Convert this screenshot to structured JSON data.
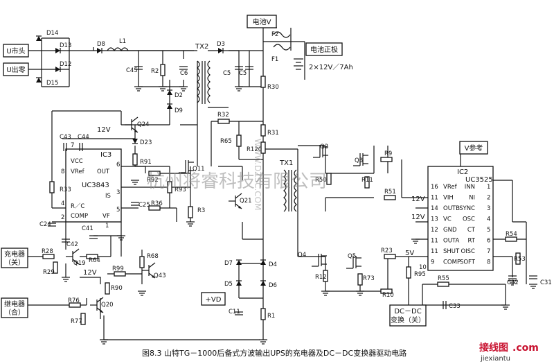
{
  "boxes": {
    "u_mains": "U市头",
    "u_output": "U出零",
    "battery_v": "电池V",
    "battery_pos": "电池正极",
    "v_ref_top": "V参考",
    "charger": "充电器\n（关）",
    "relay": "继电器\n（合）",
    "vd": "+VD",
    "dcdc": "DC－DC\n变换（关）"
  },
  "battery_spec": "2×12V／7Ah",
  "ic3": {
    "name": "IC3",
    "part": "UC3843",
    "pins": {
      "vcc": "VCC",
      "vref": "VRef",
      "out": "OUT",
      "is": "IS",
      "rc": "R／C",
      "comp": "COMP",
      "vf": "VF"
    },
    "pin_numbers": [
      "7",
      "8",
      "6",
      "3",
      "4",
      "2",
      "1",
      "5"
    ]
  },
  "ic2": {
    "name": "IC2",
    "part": "UC3525",
    "left_pins": [
      {
        "num": "16",
        "label": "VRef"
      },
      {
        "num": "11",
        "label": "VIH"
      },
      {
        "num": "14",
        "label": "OUTB"
      },
      {
        "num": "13",
        "label": "VC"
      },
      {
        "num": "12",
        "label": "GND"
      },
      {
        "num": "11",
        "label": "OUTA"
      },
      {
        "num": "11",
        "label": "SHUT"
      },
      {
        "num": "9",
        "label": "COMP"
      }
    ],
    "right_pins": [
      {
        "num": "1",
        "label": "INN"
      },
      {
        "num": "2",
        "label": "NI"
      },
      {
        "num": "3",
        "label": "SYNC"
      },
      {
        "num": "4",
        "label": "OSC"
      },
      {
        "num": "5",
        "label": "CT"
      },
      {
        "num": "6",
        "label": "RT"
      },
      {
        "num": "7",
        "label": "OISC"
      },
      {
        "num": "8",
        "label": "SOFT"
      }
    ],
    "side_numbers": [
      "10"
    ]
  },
  "supply_labels": {
    "v12_a": "12V",
    "v12_b": "12V",
    "v12_c": "12V",
    "v12_d": "12V",
    "v5": "5V"
  },
  "transformers": {
    "tx2": "TX2",
    "tx1": "TX1"
  },
  "components": {
    "D14": "D14",
    "D13": "D13",
    "D12": "D12",
    "D15": "D15",
    "D8": "D8",
    "L1": "L1",
    "C45": "C45",
    "R2": "R2",
    "C6": "C6",
    "D2": "D2",
    "D9": "D9",
    "D3": "D3",
    "C5": "C5",
    "C5b": "C5",
    "F2": "F2",
    "F1": "F1",
    "R30": "R30",
    "R31": "R31",
    "R32": "R32",
    "R65": "R65",
    "R120": "R120",
    "C43": "C43",
    "C44": "C44",
    "Q24": "Q24",
    "D23": "D23",
    "R91": "R91",
    "R33": "R33",
    "C24": "C24",
    "C42": "C42",
    "C41": "C41",
    "R92": "R92",
    "Q11": "Q11",
    "R93": "R93",
    "C25": "C25",
    "R36": "R36",
    "R3": "R3",
    "Q21": "Q21",
    "R68": "R68",
    "R64": "R64",
    "R28": "R28",
    "R29": "R29",
    "Q19": "Q19",
    "R99": "R99",
    "R90": "R90",
    "Q43": "Q43",
    "R76": "R76",
    "Q20": "Q20",
    "R77": "R77",
    "D7": "D7",
    "D4": "D4",
    "D5": "D5",
    "D6": "D6",
    "C11": "C11",
    "R1": "R1",
    "Q2": "Q2",
    "Q3": "Q3",
    "R9": "R9",
    "R50": "R50",
    "R11": "R11",
    "R51": "R51",
    "Q4": "Q4",
    "Q5": "Q5",
    "R23": "R23",
    "R12": "R12",
    "R73": "R73",
    "R10": "R10",
    "R95": "R95",
    "R54": "R54",
    "R53": "R53",
    "C32": "C32",
    "C31": "C31",
    "R55": "R55",
    "C33": "C33"
  },
  "watermarks": {
    "cn": "杭州将睿科技有限公司",
    "vertical": "WWW.DZSC.COM"
  },
  "caption": "图8.3    山特TG－1000后备式方波输出UPS的充电器及DC－DC变换器驱动电路",
  "logo": {
    "brand": "接线图",
    "dotcom": ".com",
    "url": "jiexiantu"
  }
}
